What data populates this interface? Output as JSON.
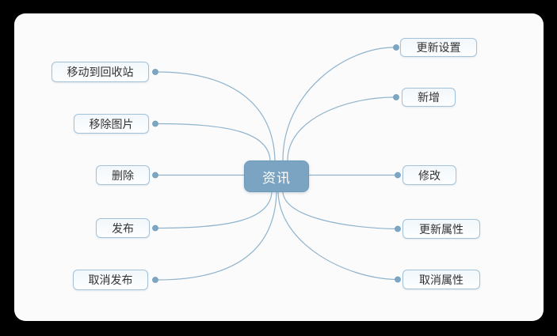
{
  "canvas": {
    "background": "#000000",
    "panel_background": "#fbfbfb"
  },
  "colors": {
    "connector": "#8fb3cc",
    "dot_fill": "#7da6c3",
    "dot_stroke": "#6d9ab9",
    "node_border": "#a3c2d9",
    "node_fill": "#f4f9fc",
    "node_text": "#333333",
    "root_fill": "#7ba4c2",
    "root_text": "#ffffff"
  },
  "root": {
    "label": "资讯"
  },
  "left_nodes": [
    {
      "label": "移动到回收站"
    },
    {
      "label": "移除图片"
    },
    {
      "label": "删除"
    },
    {
      "label": "发布"
    },
    {
      "label": "取消发布"
    }
  ],
  "right_nodes": [
    {
      "label": "更新设置"
    },
    {
      "label": "新增"
    },
    {
      "label": "修改"
    },
    {
      "label": "更新属性"
    },
    {
      "label": "取消属性"
    }
  ]
}
